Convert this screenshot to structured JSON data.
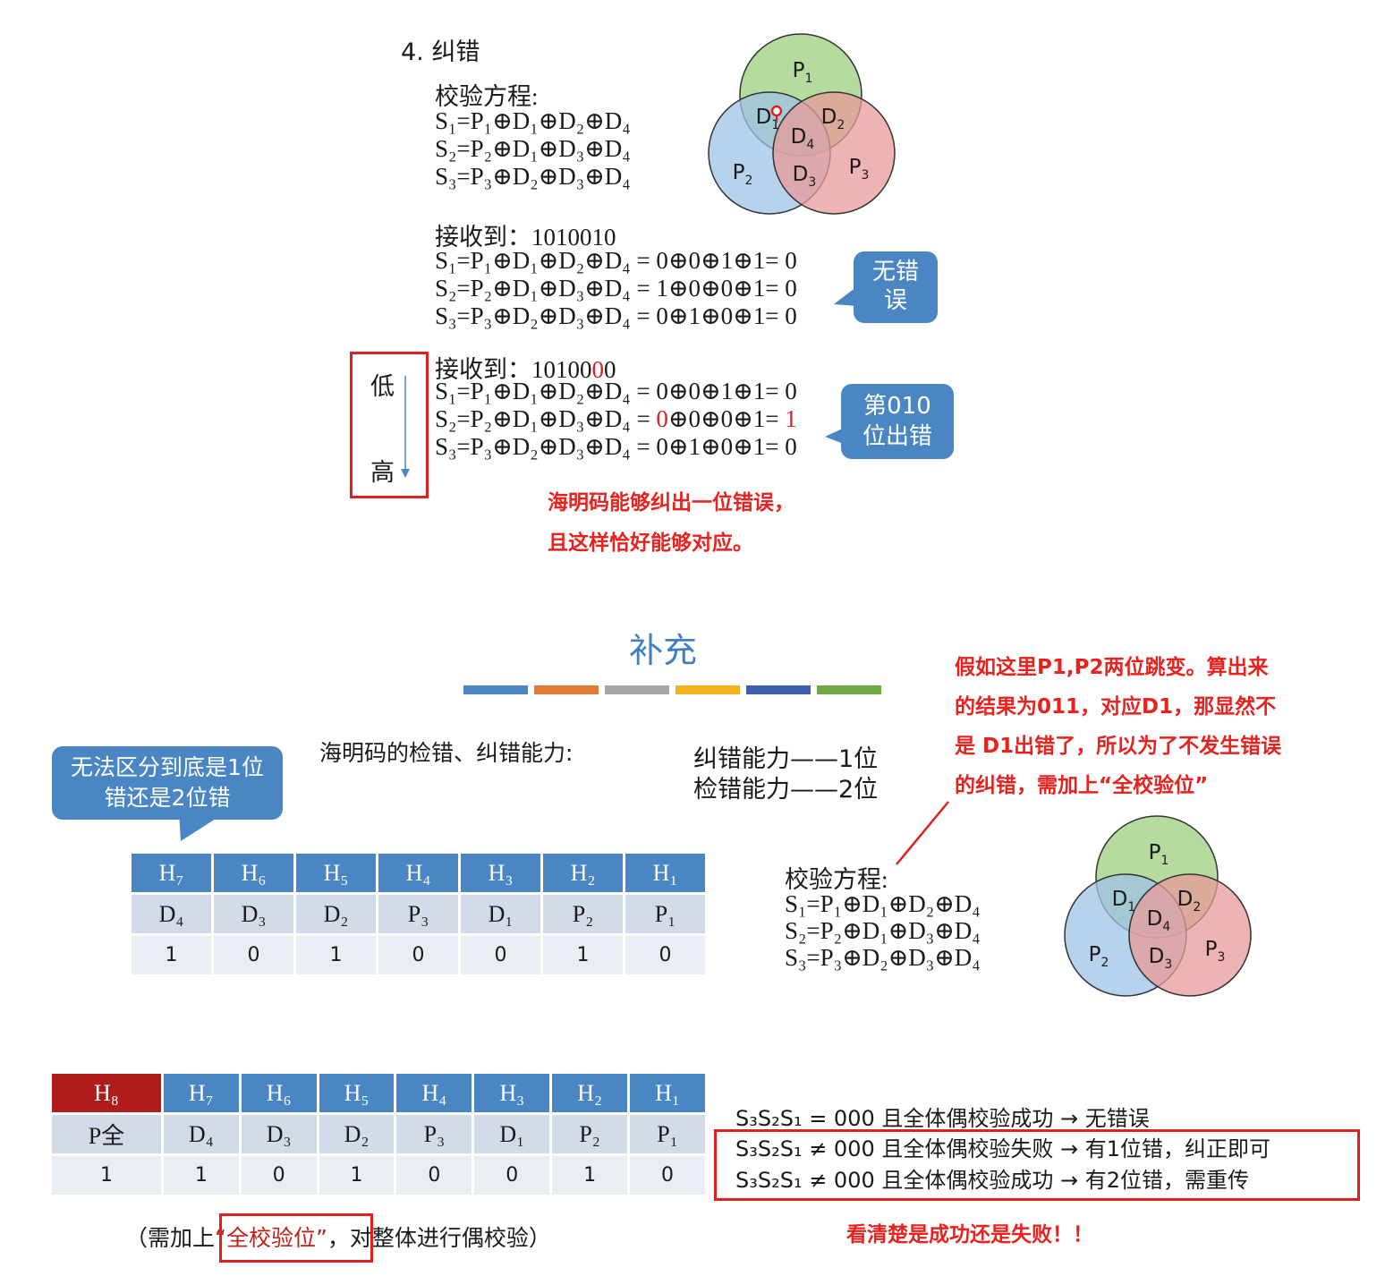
{
  "top": {
    "heading": "4. 纠错",
    "check_title": "校验方程:",
    "equations": [
      "S₁=P₁⊕D₁⊕D₂⊕D₄",
      "S₂=P₂⊕D₁⊕D₃⊕D₄",
      "S₃=P₃⊕D₂⊕D₃⊕D₄"
    ],
    "recv1": {
      "title": "接收到：1010010",
      "lines": [
        "S₁=P₁⊕D₁⊕D₂⊕D₄ = 0⊕0⊕1⊕1= 0",
        "S₂=P₂⊕D₁⊕D₃⊕D₄ = 1⊕0⊕0⊕1= 0",
        "S₃=P₃⊕D₂⊕D₃⊕D₄ = 0⊕1⊕0⊕1= 0"
      ],
      "bubble": "无错误"
    },
    "recv2": {
      "title_prefix": "接收到：10100",
      "title_red": "0",
      "title_suffix": "0",
      "line1": "S₁=P₁⊕D₁⊕D₂⊕D₄ = 0⊕0⊕1⊕1= 0",
      "line2_prefix": "S₂=P₂⊕D₁⊕D₃⊕D₄ = ",
      "line2_red1": "0",
      "line2_mid": "⊕0⊕0⊕1= ",
      "line2_red2": "1",
      "line3": "S₃=P₃⊕D₂⊕D₃⊕D₄ = 0⊕1⊕0⊕1= 0",
      "bubble_line1": "第010",
      "bubble_line2": "位出错"
    },
    "low": "低",
    "high": "高",
    "note_line1": "海明码能够纠出一位错误，",
    "note_line2": "且这样恰好能够对应。"
  },
  "venn": {
    "labels": [
      "P1",
      "P2",
      "P3",
      "D1",
      "D2",
      "D3",
      "D4"
    ],
    "colors": {
      "green": "#9ccf7f",
      "blue": "#9fc3e6",
      "red": "#e89a9a"
    }
  },
  "supplement": {
    "title": "补充",
    "bar_colors": [
      "#4a86c3",
      "#e07a36",
      "#a6a6a6",
      "#f2b41c",
      "#3c5fae",
      "#6faa45"
    ],
    "ability_label": "海明码的检错、纠错能力:",
    "correct": "纠错能力——1位",
    "detect": "检错能力——2位",
    "bubble_left": "无法区分到底是1位错还是2位错",
    "annotation": [
      "假如这里P1,P2两位跳变。算出来",
      "的结果为011，对应D1，那显然不",
      "是 D1出错了，所以为了不发生错误",
      "的纠错，需加上“全校验位”"
    ],
    "check_title": "校验方程:",
    "equations": [
      "S₁=P₁⊕D₁⊕D₂⊕D₄",
      "S₂=P₂⊕D₁⊕D₃⊕D₄",
      "S₃=P₃⊕D₂⊕D₃⊕D₄"
    ]
  },
  "table1": {
    "headers": [
      "H₇",
      "H₆",
      "H₅",
      "H₄",
      "H₃",
      "H₂",
      "H₁"
    ],
    "mapping": [
      "D₄",
      "D₃",
      "D₂",
      "P₃",
      "D₁",
      "P₂",
      "P₁"
    ],
    "values": [
      "1",
      "0",
      "1",
      "0",
      "0",
      "1",
      "0"
    ]
  },
  "table2": {
    "headers": [
      "H₈",
      "H₇",
      "H₆",
      "H₅",
      "H₄",
      "H₃",
      "H₂",
      "H₁"
    ],
    "mapping": [
      "P全",
      "D₄",
      "D₃",
      "D₂",
      "P₃",
      "D₁",
      "P₂",
      "P₁"
    ],
    "values": [
      "1",
      "1",
      "0",
      "1",
      "0",
      "0",
      "1",
      "0"
    ],
    "note_prefix": "（需加上",
    "note_highlight": "“全校验位”",
    "note_suffix": "，对整体进行偶校验）"
  },
  "rules": [
    "S₃S₂S₁ = 000 且全体偶校验成功 → 无错误",
    "S₃S₂S₁ ≠ 000 且全体偶校验失败 → 有1位错，纠正即可",
    "S₃S₂S₁ ≠ 000 且全体偶校验成功 → 有2位错，需重传"
  ],
  "warning": "看清楚是成功还是失败！！"
}
